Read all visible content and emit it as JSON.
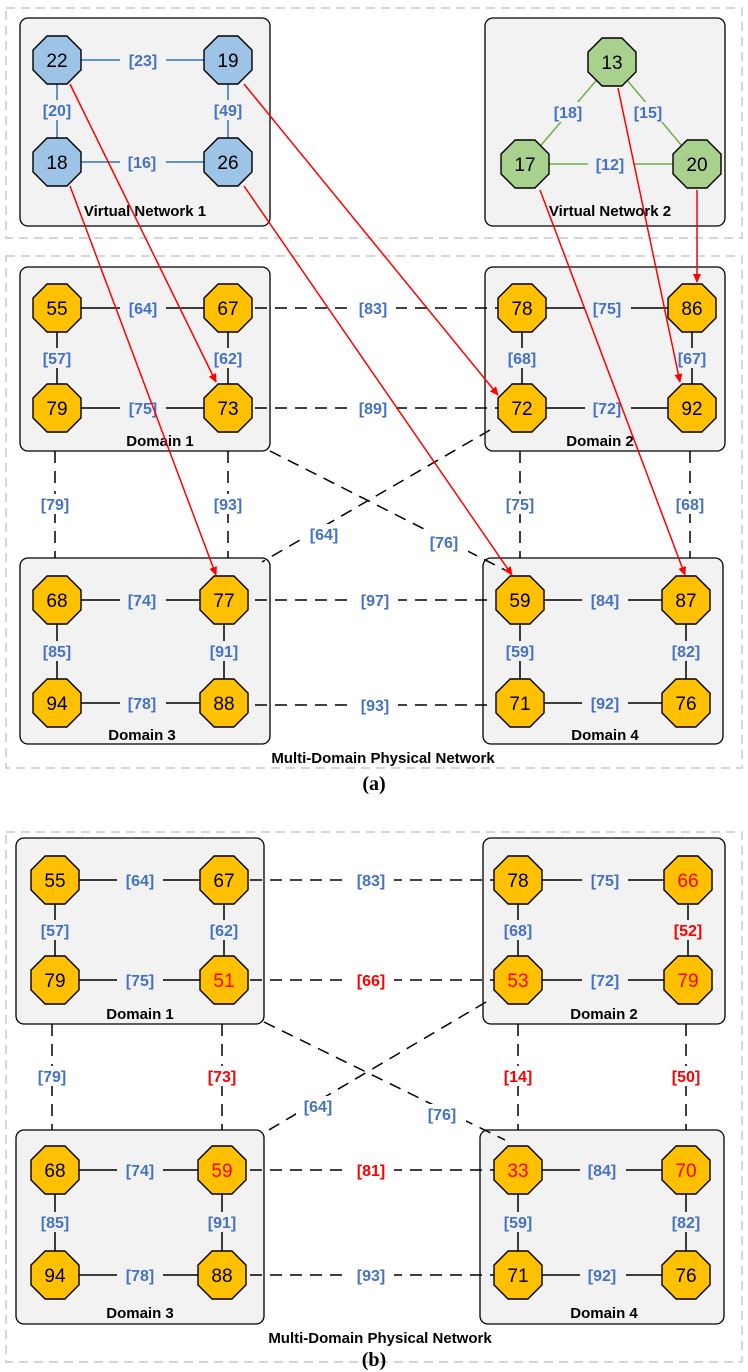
{
  "colors": {
    "blue_node": "#9DC3E6",
    "green_node": "#A9D18E",
    "orange_node": "#FFC000",
    "blue_label": "#4472C4",
    "red": "#FF0000",
    "blue_line": "#2E75B6",
    "green_line": "#70AD47"
  },
  "panel_a": {
    "caption": "(a)",
    "physical_title": "Multi-Domain Physical Network",
    "vn1": {
      "title": "Virtual Network 1",
      "nodes": {
        "tl": "22",
        "tr": "19",
        "bl": "18",
        "br": "26"
      },
      "links": {
        "top": "[23]",
        "left": "[20]",
        "right": "[49]",
        "bottom": "[16]"
      }
    },
    "vn2": {
      "title": "Virtual Network 2",
      "nodes": {
        "top": "13",
        "bl": "17",
        "br": "20"
      },
      "links": {
        "left": "[18]",
        "right": "[15]",
        "bottom": "[12]"
      }
    },
    "d1": {
      "title": "Domain 1",
      "nodes": {
        "tl": "55",
        "tr": "67",
        "bl": "79",
        "br": "73"
      },
      "links": {
        "top": "[64]",
        "left": "[57]",
        "right": "[62]",
        "bottom": "[75]"
      }
    },
    "d2": {
      "title": "Domain 2",
      "nodes": {
        "tl": "78",
        "tr": "86",
        "bl": "72",
        "br": "92"
      },
      "links": {
        "top": "[75]",
        "left": "[68]",
        "right": "[67]",
        "bottom": "[72]"
      }
    },
    "d3": {
      "title": "Domain 3",
      "nodes": {
        "tl": "68",
        "tr": "77",
        "bl": "94",
        "br": "88"
      },
      "links": {
        "top": "[74]",
        "left": "[85]",
        "right": "[91]",
        "bottom": "[78]"
      }
    },
    "d4": {
      "title": "Domain 4",
      "nodes": {
        "tl": "59",
        "tr": "87",
        "bl": "71",
        "br": "76"
      },
      "links": {
        "top": "[84]",
        "left": "[59]",
        "right": "[82]",
        "bottom": "[92]"
      }
    },
    "inter": {
      "d1d2_top": "[83]",
      "d1d2_bottom": "[89]",
      "d1d3": "[79]",
      "d1d3_right": "[93]",
      "d2d3": "[64]",
      "d1d4": "[76]",
      "d2d4_left": "[75]",
      "d2d4_right": "[68]",
      "d3d4_top": "[97]",
      "d3d4_bottom": "[93]"
    }
  },
  "panel_b": {
    "caption": "(b)",
    "physical_title": "Multi-Domain Physical Network",
    "d1": {
      "title": "Domain 1",
      "nodes": {
        "tl": "55",
        "tr": "67",
        "bl": "79",
        "br": "51"
      },
      "links": {
        "top": "[64]",
        "left": "[57]",
        "right": "[62]",
        "bottom": "[75]"
      }
    },
    "d2": {
      "title": "Domain 2",
      "nodes": {
        "tl": "78",
        "tr": "66",
        "bl": "53",
        "br": "79"
      },
      "links": {
        "top": "[75]",
        "left": "[68]",
        "right": "[52]",
        "bottom": "[72]"
      }
    },
    "d3": {
      "title": "Domain 3",
      "nodes": {
        "tl": "68",
        "tr": "59",
        "bl": "94",
        "br": "88"
      },
      "links": {
        "top": "[74]",
        "left": "[85]",
        "right": "[91]",
        "bottom": "[78]"
      }
    },
    "d4": {
      "title": "Domain 4",
      "nodes": {
        "tl": "33",
        "tr": "70",
        "bl": "71",
        "br": "76"
      },
      "links": {
        "top": "[84]",
        "left": "[59]",
        "right": "[82]",
        "bottom": "[92]"
      }
    },
    "inter": {
      "d1d2_top": "[83]",
      "d1d2_bottom": "[66]",
      "d1d3": "[79]",
      "d1d3_right": "[73]",
      "d2d3": "[64]",
      "d1d4": "[76]",
      "d2d4_left": "[14]",
      "d2d4_right": "[50]",
      "d3d4_top": "[81]",
      "d3d4_bottom": "[93]"
    }
  }
}
